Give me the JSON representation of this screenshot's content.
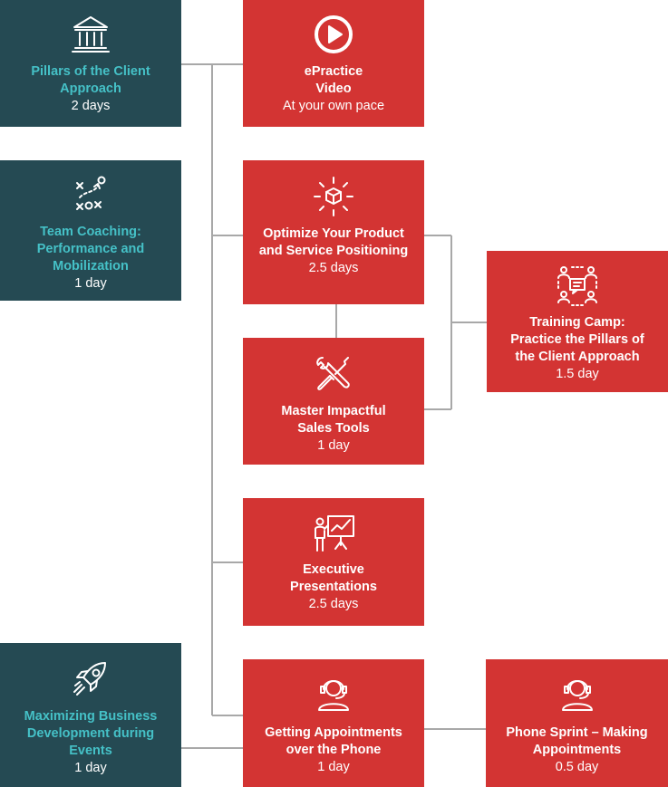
{
  "boxes": {
    "pillars": {
      "title": "Pillars of the Client Approach",
      "duration": "2 days",
      "icon": "building-columns-icon"
    },
    "coaching": {
      "title": "Team Coaching: Performance and Mobilization",
      "duration": "1 day",
      "icon": "play-strategy-icon"
    },
    "events": {
      "title": "Maximizing Business Development during Events",
      "duration": "1 day",
      "icon": "rocket-icon"
    },
    "epractice": {
      "title": "ePractice Video",
      "duration": "At your own pace",
      "icon": "play-button-icon"
    },
    "optimize": {
      "title": "Optimize Your Product and Service Positioning",
      "duration": "2.5 days",
      "icon": "product-box-icon"
    },
    "master": {
      "title": "Master Impactful Sales Tools",
      "duration": "1 day",
      "icon": "tools-icon"
    },
    "executive": {
      "title": "Executive Presentations",
      "duration": "2.5 days",
      "icon": "presenter-icon"
    },
    "phone": {
      "title": "Getting Appointments over the Phone",
      "duration": "1 day",
      "icon": "headset-agent-icon"
    },
    "camp": {
      "title": "Training Camp: Practice the Pillars of the Client Approach",
      "duration": "1.5 day",
      "icon": "group-discussion-icon"
    },
    "sprint": {
      "title": "Phone Sprint – Making Appointments",
      "duration": "0.5 day",
      "icon": "headset-agent-icon"
    }
  },
  "colors": {
    "teal_box": "#254a53",
    "teal_title": "#45c1c7",
    "red_box": "#d33433",
    "connector": "#a8a8a8"
  }
}
